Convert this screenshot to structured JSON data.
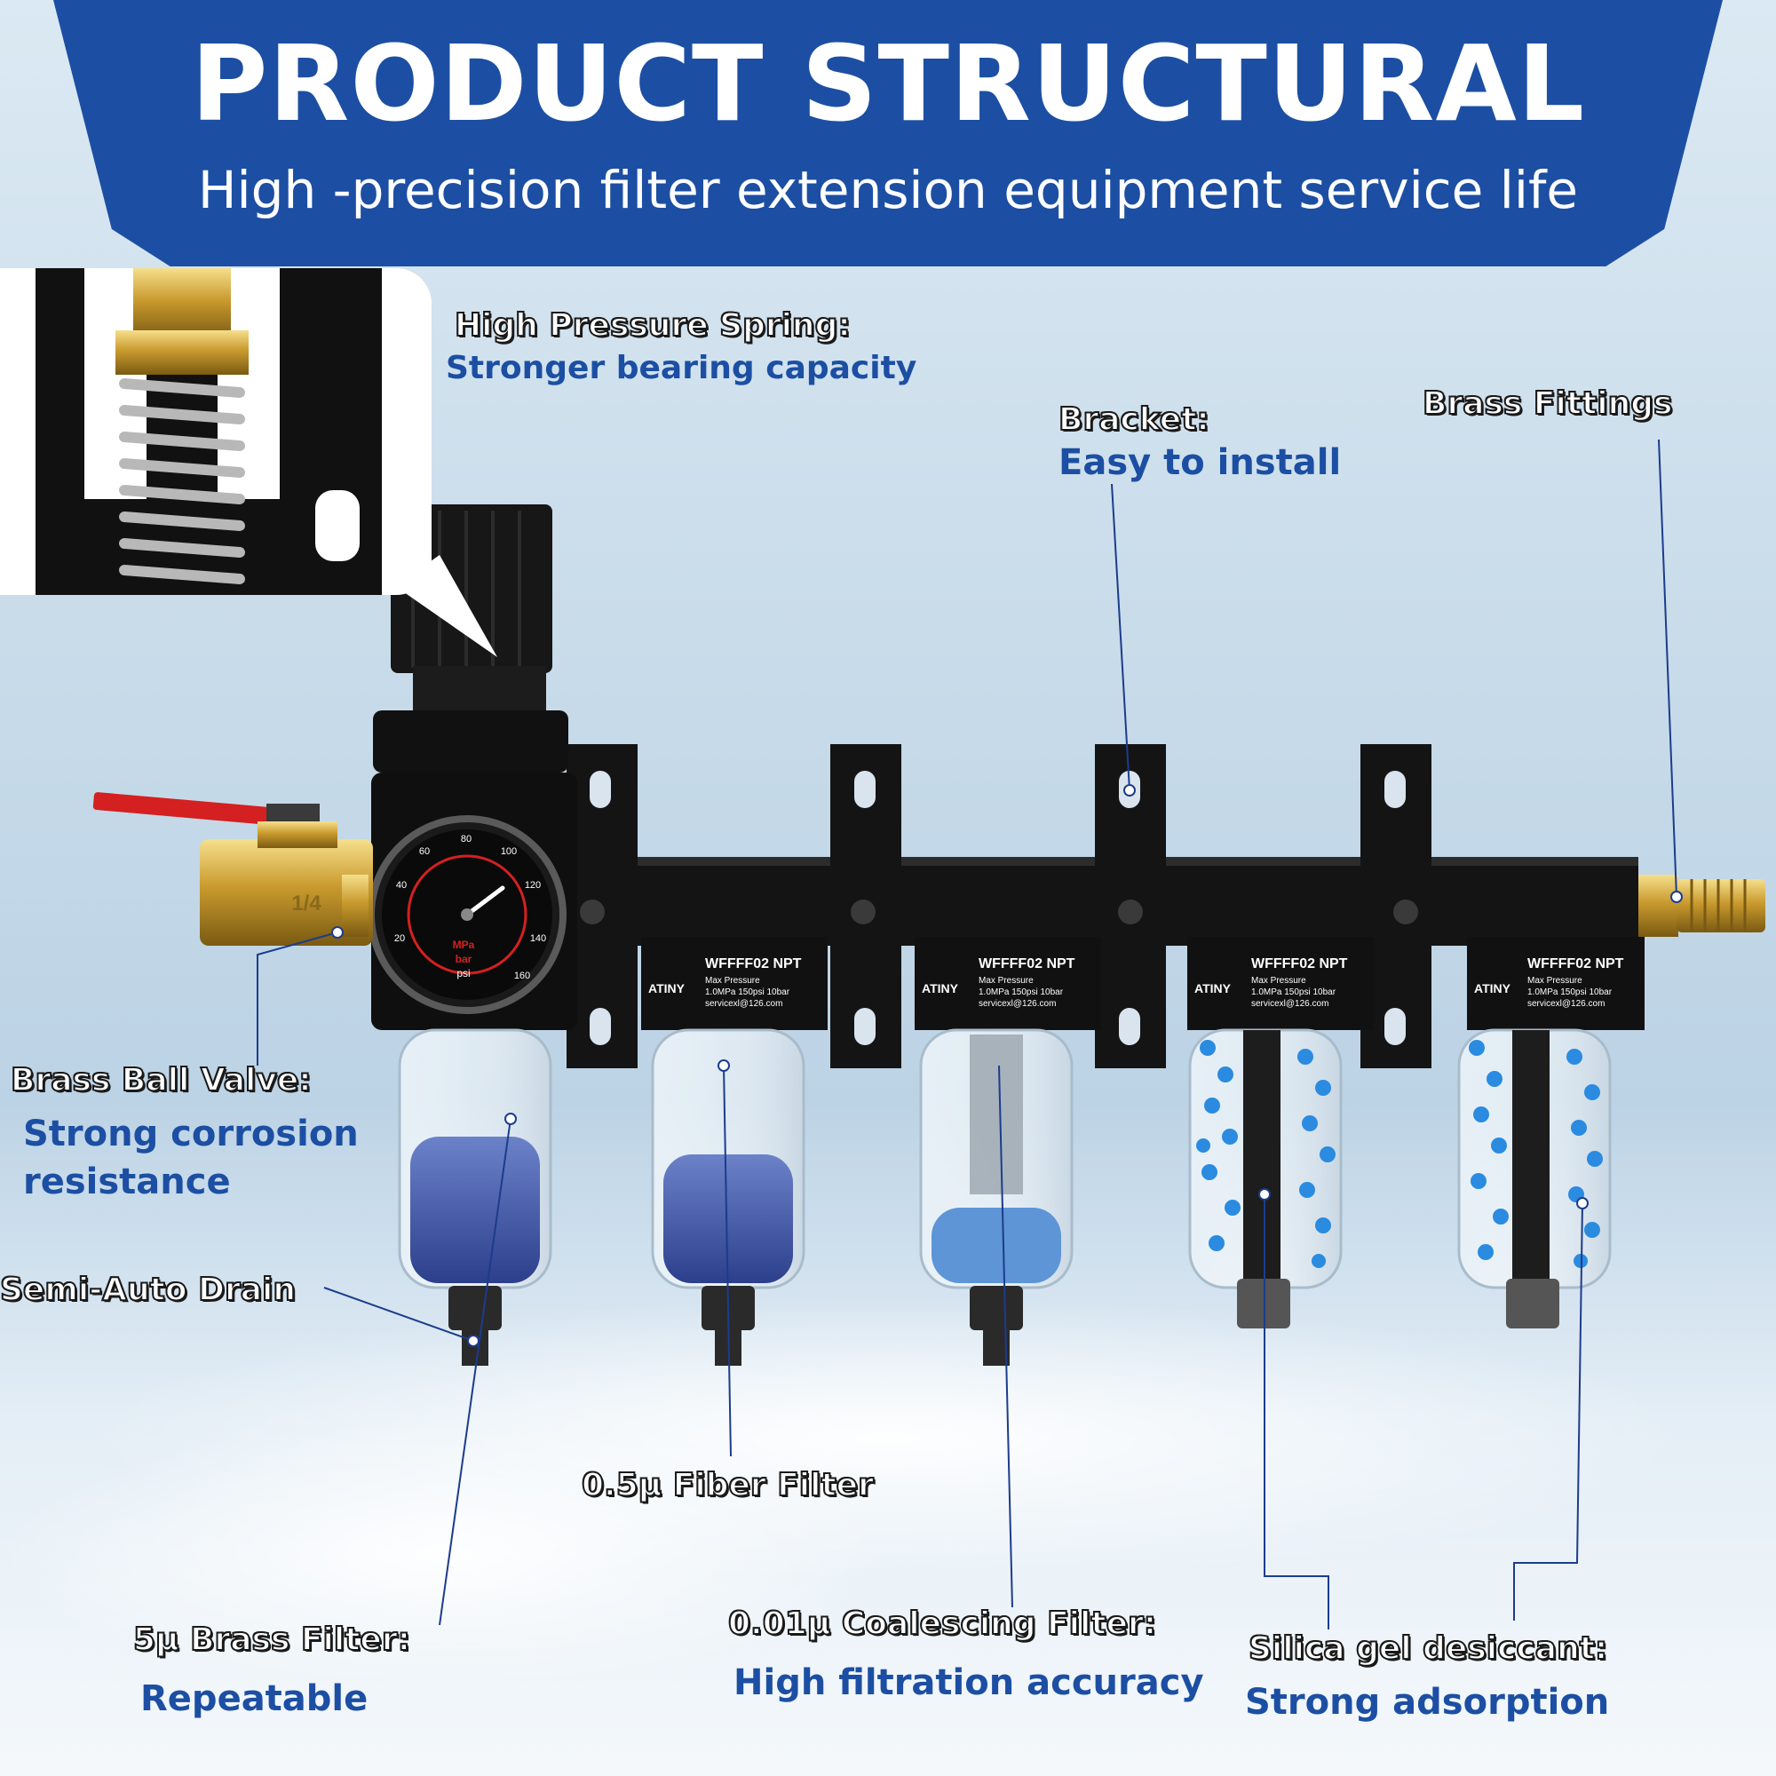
{
  "header": {
    "title": "PRODUCT STRUCTURAL",
    "subtitle": "High -precision filter extension equipment service life"
  },
  "callouts": {
    "spring": {
      "label": "High Pressure Spring:",
      "desc": "Stronger bearing capacity"
    },
    "bracket": {
      "label": "Bracket:",
      "desc": "Easy to install"
    },
    "brass_fittings": {
      "label": "Brass Fittings"
    },
    "ball_valve": {
      "label": "Brass Ball Valve:",
      "desc1": "Strong corrosion",
      "desc2": "resistance"
    },
    "drain": {
      "label": "Semi-Auto Drain"
    },
    "fiber": {
      "label": "0.5μ Fiber Filter"
    },
    "brass_filter": {
      "label": "5μ Brass Filter:",
      "desc": "Repeatable"
    },
    "coalescing": {
      "label": "0.01μ Coalescing Filter:",
      "desc": "High filtration accuracy"
    },
    "silica": {
      "label": "Silica gel desiccant:",
      "desc": "Strong adsorption"
    }
  },
  "filter_tags": [
    {
      "brand": "ATINY",
      "model": "WFFFF02 NPT",
      "line1": "Max Pressure",
      "line2": "1.0MPa 150psi 10bar",
      "line3": "servicexl@126.com"
    },
    {
      "brand": "ATINY",
      "model": "WFFFF02 NPT",
      "line1": "Max Pressure",
      "line2": "1.0MPa 150psi 10bar",
      "line3": "servicexl@126.com"
    },
    {
      "brand": "ATINY",
      "model": "WFFFF02 NPT",
      "line1": "Max Pressure",
      "line2": "1.0MPa 150psi 10bar",
      "line3": "servicexl@126.com"
    },
    {
      "brand": "ATINY",
      "model": "WFFFF02 NPT",
      "line1": "Max Pressure",
      "line2": "1.0MPa 150psi 10bar",
      "line3": "servicexl@126.com"
    }
  ],
  "gauge": {
    "units": [
      "MPa",
      "bar",
      "psi"
    ],
    "psi_ticks": [
      "20",
      "40",
      "60",
      "80",
      "100",
      "120",
      "140",
      "160"
    ]
  },
  "valve_marking": "1/4",
  "colors": {
    "header_blue": "#1c4fa3",
    "accent_blue": "#1c4fa3",
    "bracket_black": "#141414",
    "brass": "#c9a23a",
    "valve_handle": "#d42020",
    "desiccant": "#2a8be0"
  }
}
